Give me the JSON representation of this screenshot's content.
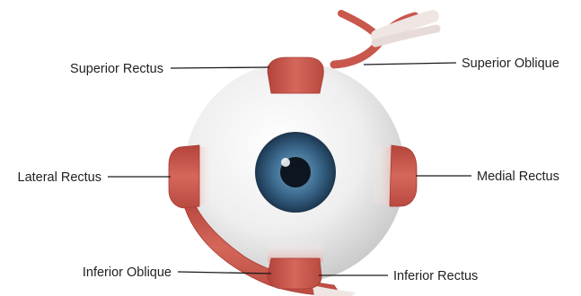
{
  "labels": {
    "superior_rectus": "Superior Rectus",
    "superior_oblique": "Superior Oblique",
    "lateral_rectus": "Lateral Rectus",
    "medial_rectus": "Medial Rectus",
    "inferior_oblique": "Inferior Oblique",
    "inferior_rectus": "Inferior Rectus"
  },
  "colors": {
    "muscle": "#cd5a4f",
    "muscle_dark": "#a83a32",
    "tendon": "#f3e9e6",
    "sclera": "#f2f2f2",
    "iris": "#3f6f93",
    "pupil": "#0d1620",
    "line": "#1a1a1a"
  }
}
